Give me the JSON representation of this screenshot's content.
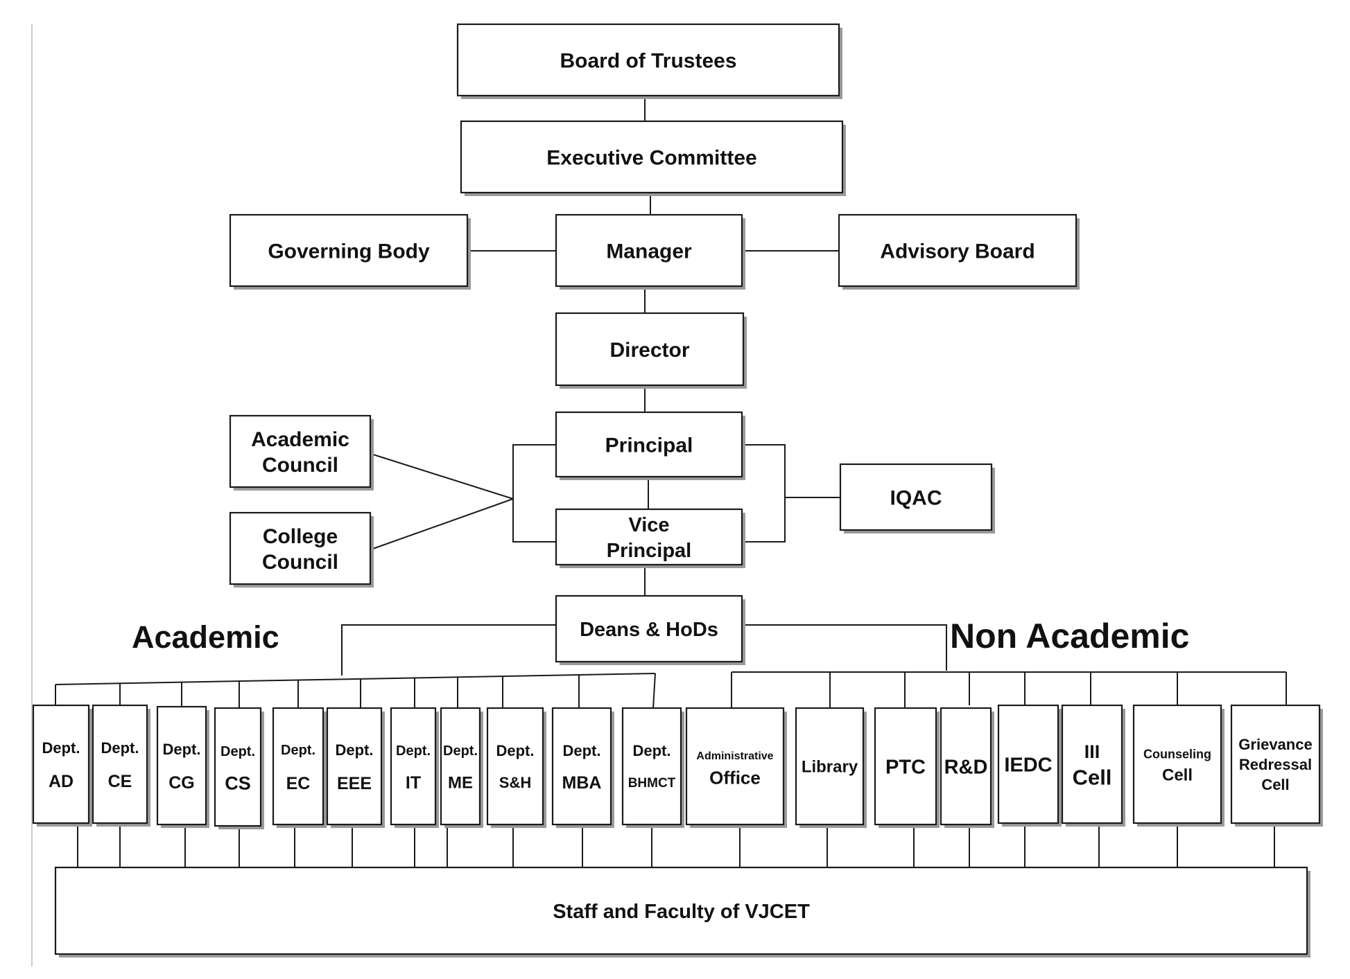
{
  "nodes": {
    "board_of_trustees": {
      "lines": [
        "Board of Trustees"
      ]
    },
    "executive_committee": {
      "lines": [
        "Executive Committee"
      ]
    },
    "governing_body": {
      "lines": [
        "Governing Body"
      ]
    },
    "manager": {
      "lines": [
        "Manager"
      ]
    },
    "advisory_board": {
      "lines": [
        "Advisory Board"
      ]
    },
    "director": {
      "lines": [
        "Director"
      ]
    },
    "academic_council": {
      "lines": [
        "Academic",
        "Council"
      ]
    },
    "college_council": {
      "lines": [
        "College",
        "Council"
      ]
    },
    "principal": {
      "lines": [
        "Principal"
      ]
    },
    "vice_principal": {
      "lines": [
        "Vice",
        "Principal"
      ]
    },
    "iqac": {
      "lines": [
        "IQAC"
      ]
    },
    "deans_hods": {
      "lines": [
        "Deans & HoDs"
      ]
    },
    "staff_faculty": {
      "lines": [
        "Staff and Faculty of VJCET"
      ]
    }
  },
  "section_labels": {
    "academic": "Academic",
    "non_academic": "Non Academic"
  },
  "academic_units": [
    {
      "id": "dept-ad",
      "lines": [
        "Dept.",
        "AD"
      ]
    },
    {
      "id": "dept-ce",
      "lines": [
        "Dept.",
        "CE"
      ]
    },
    {
      "id": "dept-cg",
      "lines": [
        "Dept.",
        "CG"
      ]
    },
    {
      "id": "dept-cs",
      "lines": [
        "Dept.",
        "CS"
      ]
    },
    {
      "id": "dept-ec",
      "lines": [
        "Dept.",
        "EC"
      ]
    },
    {
      "id": "dept-eee",
      "lines": [
        "Dept.",
        "EEE"
      ]
    },
    {
      "id": "dept-it",
      "lines": [
        "Dept.",
        "IT"
      ]
    },
    {
      "id": "dept-me",
      "lines": [
        "Dept.",
        "ME"
      ]
    },
    {
      "id": "dept-sh",
      "lines": [
        "Dept.",
        "S&H"
      ]
    },
    {
      "id": "dept-mba",
      "lines": [
        "Dept.",
        "MBA"
      ]
    },
    {
      "id": "dept-bhmct",
      "lines": [
        "Dept.",
        "BHMCT"
      ]
    }
  ],
  "non_academic_units": [
    {
      "id": "administrative-office",
      "lines": [
        "Administrative",
        "Office"
      ]
    },
    {
      "id": "library",
      "lines": [
        "Library"
      ]
    },
    {
      "id": "ptc",
      "lines": [
        "PTC"
      ]
    },
    {
      "id": "r-and-d",
      "lines": [
        "R&D"
      ]
    },
    {
      "id": "iedc",
      "lines": [
        "IEDC"
      ]
    },
    {
      "id": "iii-cell",
      "lines": [
        "III",
        "Cell"
      ]
    },
    {
      "id": "counseling-cell",
      "lines": [
        "Counseling",
        "Cell"
      ]
    },
    {
      "id": "grievance-redressal-cell",
      "lines": [
        "Grievance",
        "Redressal",
        "Cell"
      ]
    }
  ]
}
